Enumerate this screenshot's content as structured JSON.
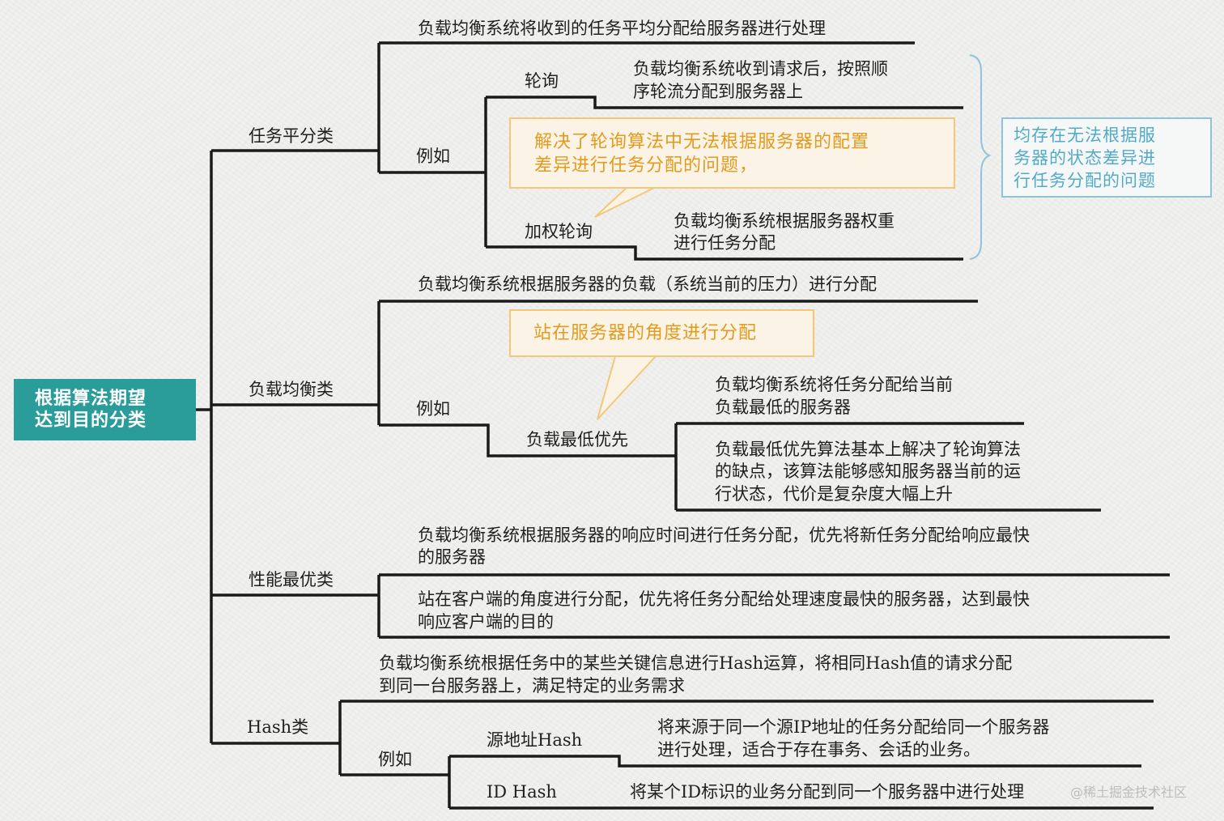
{
  "root": {
    "line1": "根据算法期望",
    "line2": "达到目的分类"
  },
  "branches": {
    "task": {
      "label": "任务平分类",
      "desc": "负载均衡系统将收到的任务平均分配给服务器进行处理",
      "example_label": "例如",
      "round_robin": {
        "label": "轮询",
        "desc1": "负载均衡系统收到请求后，按照顺",
        "desc2": "序轮流分配到服务器上"
      },
      "weighted": {
        "label": "加权轮询",
        "desc1": "负载均衡系统根据服务器权重",
        "desc2": "进行任务分配"
      },
      "callout1": "解决了轮询算法中无法根据服务器的配置",
      "callout2": "差异进行任务分配的问题，",
      "note1": "均存在无法根据服",
      "note2": "务器的状态差异进",
      "note3": "行任务分配的问题"
    },
    "load": {
      "label": "负载均衡类",
      "desc": "负载均衡系统根据服务器的负载（系统当前的压力）进行分配",
      "callout": "站在服务器的角度进行分配",
      "example_label": "例如",
      "least": {
        "label": "负载最低优先",
        "desc1": "负载均衡系统将任务分配给当前",
        "desc2": "负载最低的服务器",
        "note1": "负载最低优先算法基本上解决了轮询算法",
        "note2": "的缺点，该算法能够感知服务器当前的运",
        "note3": "行状态，代价是复杂度大幅上升"
      }
    },
    "perf": {
      "label": "性能最优类",
      "desc1": "负载均衡系统根据服务器的响应时间进行任务分配，优先将新任务分配给响应最快",
      "desc2": "的服务器",
      "note1": "站在客户端的角度进行分配，优先将任务分配给处理速度最快的服务器，达到最快",
      "note2": "响应客户端的目的"
    },
    "hash": {
      "label": "Hash类",
      "desc1": "负载均衡系统根据任务中的某些关键信息进行Hash运算，将相同Hash值的请求分配",
      "desc2": "到同一台服务器上，满足特定的业务需求",
      "example_label": "例如",
      "source": {
        "label": "源地址Hash",
        "desc1": "将来源于同一个源IP地址的任务分配给同一个服务器",
        "desc2": "进行处理，适合于存在事务、会话的业务。"
      },
      "id": {
        "label": "ID Hash",
        "desc": "将某个ID标识的业务分配到同一个服务器中进行处理"
      }
    }
  },
  "watermark": "@稀土掘金技术社区",
  "colors": {
    "line": "#1a1a1a",
    "root_bg": "#2a9d9b",
    "callout_border": "#f4c679",
    "callout_text": "#e39a1d",
    "note_blue": "#52aac9"
  }
}
